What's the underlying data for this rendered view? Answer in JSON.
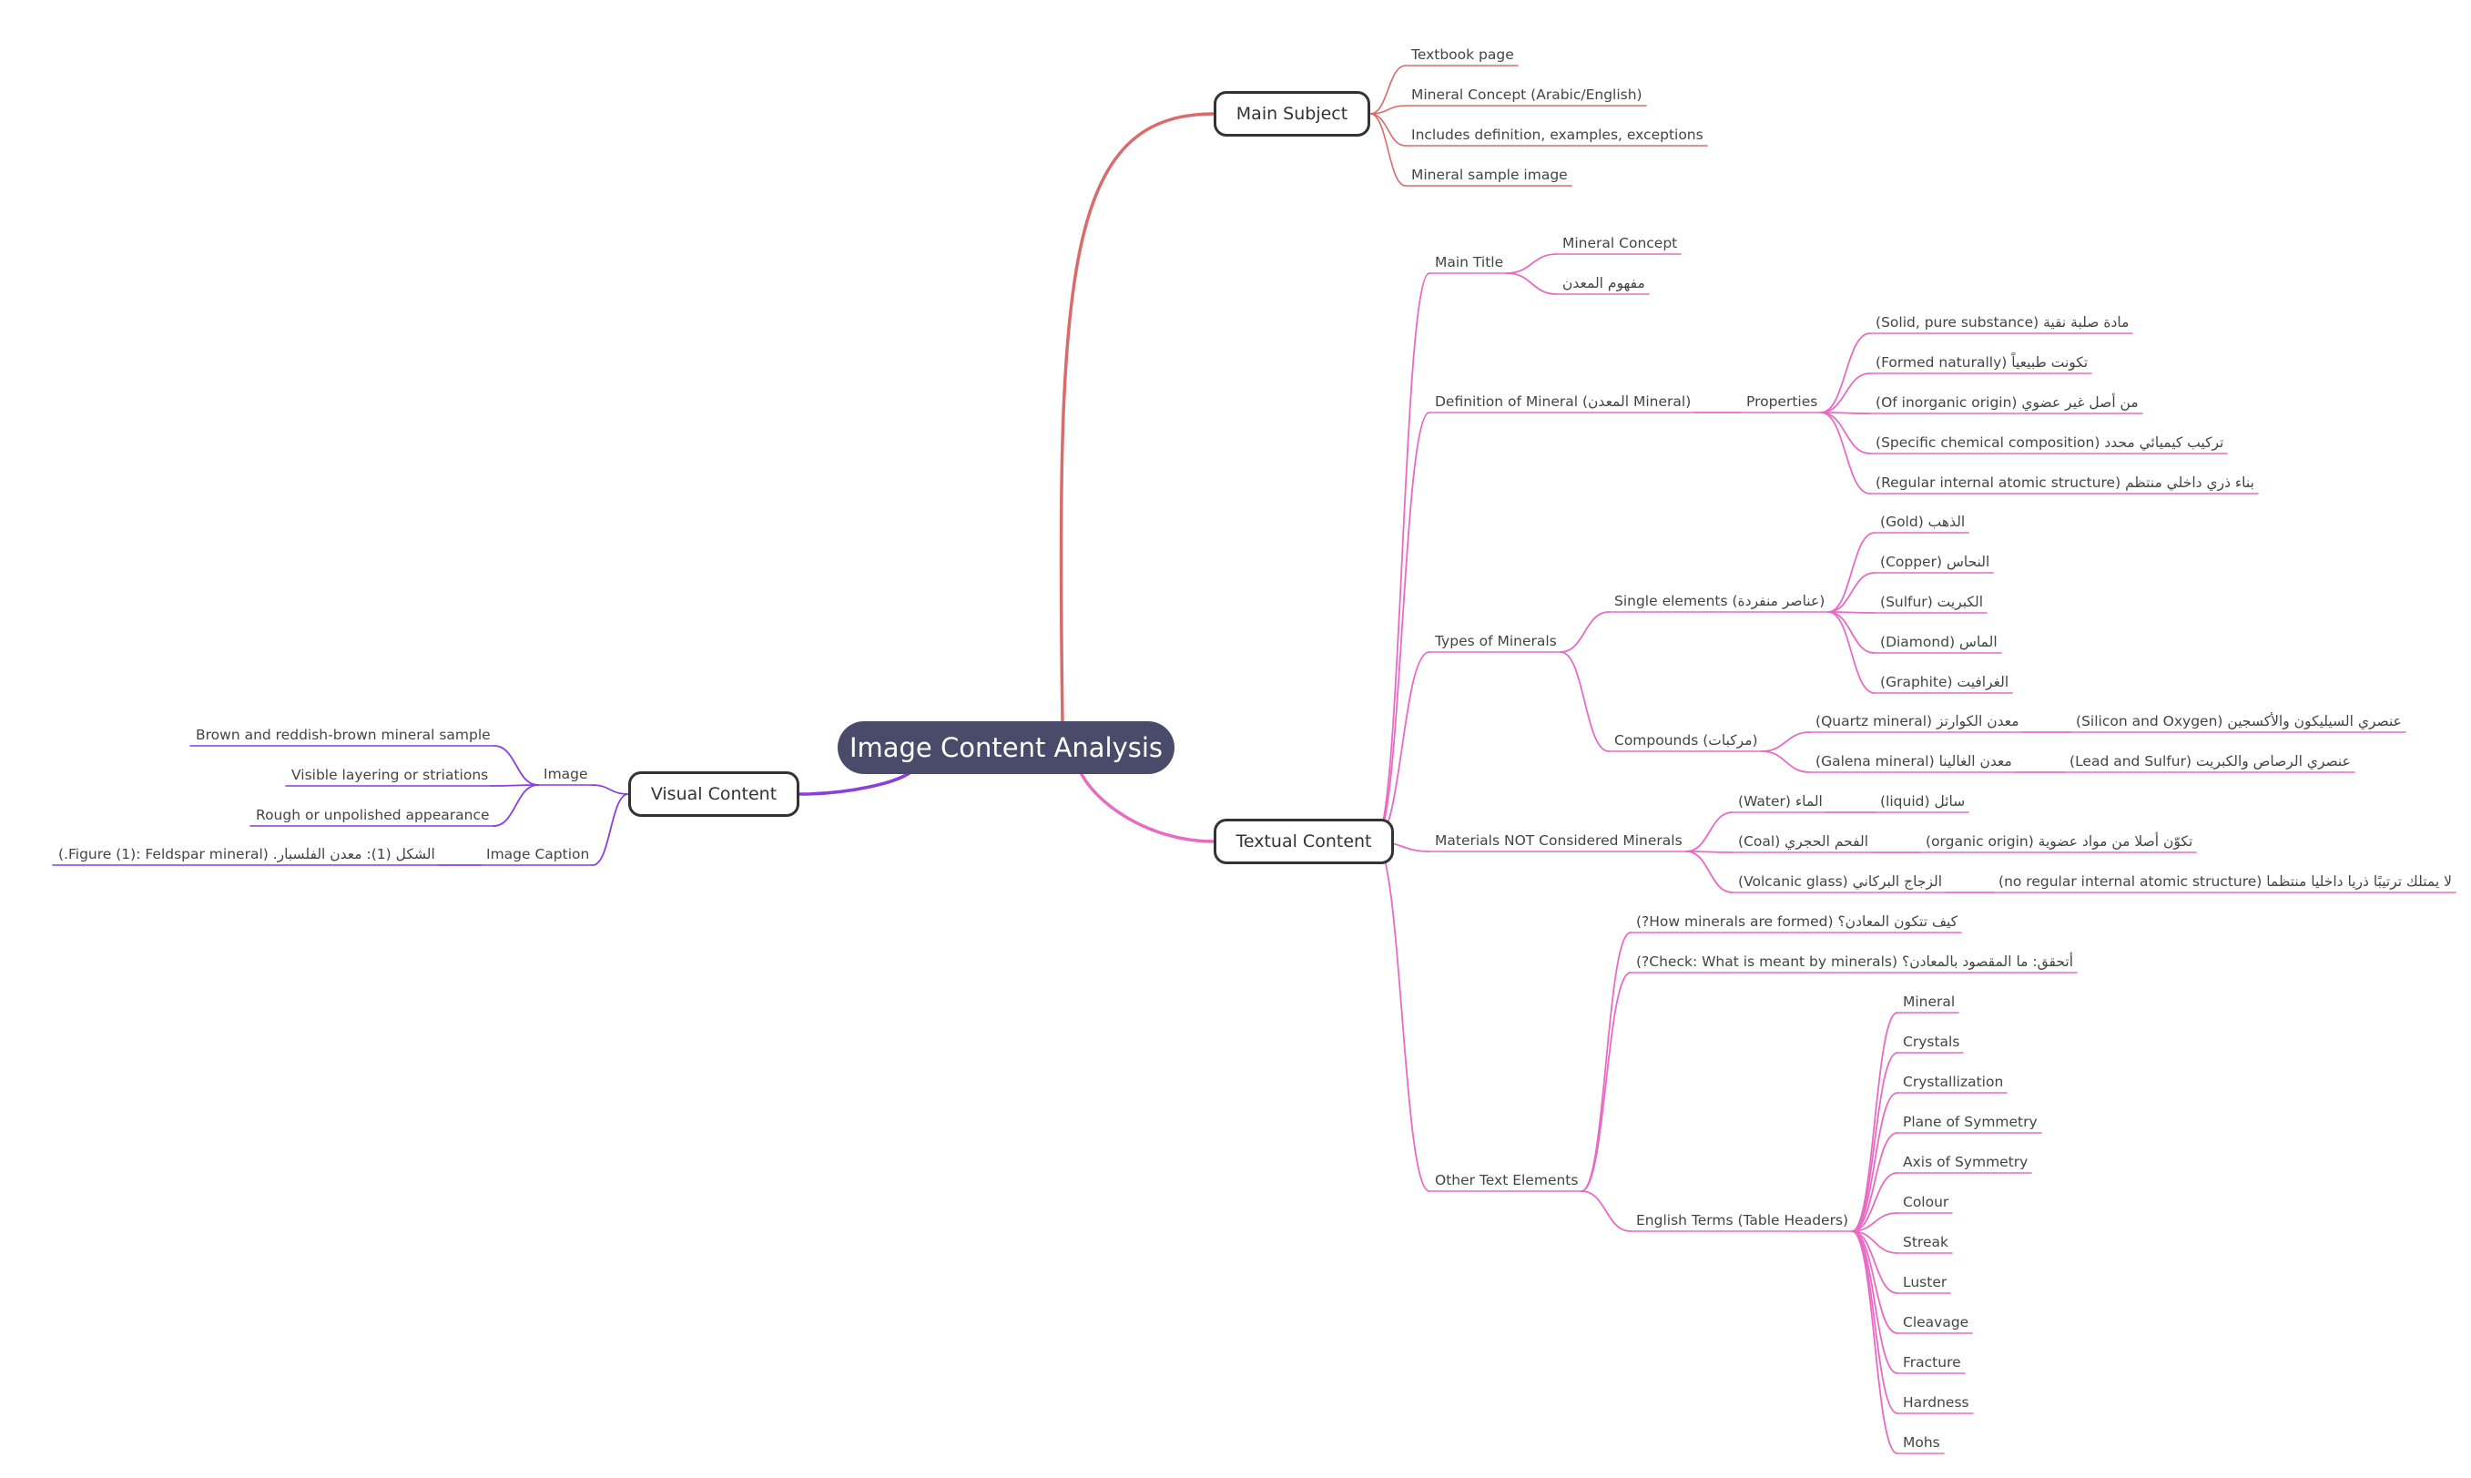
{
  "colors": {
    "main": "#d96b6b",
    "textual": "#e86bc3",
    "visual": "#8a3fdc",
    "root_bg": "#4a4a6a"
  },
  "root": "Image Content Analysis",
  "main_subject": {
    "title": "Main Subject",
    "items": [
      "Textbook page",
      "Mineral Concept (Arabic/English)",
      "Includes definition, examples, exceptions",
      "Mineral sample image"
    ]
  },
  "textual": {
    "title": "Textual Content",
    "main_title": {
      "label": "Main Title",
      "items": [
        "Mineral Concept",
        "مفهوم المعدن"
      ]
    },
    "definition": {
      "label": "Definition of Mineral (المعدن Mineral)",
      "properties_label": "Properties",
      "properties": [
        "مادة صلبة نقية (Solid, pure substance)",
        "تكونت طبيعياً (Formed naturally)",
        "من أصل غير عضوي (Of inorganic origin)",
        "تركيب كيميائي محدد (Specific chemical composition)",
        "بناء ذري داخلي منتظم (Regular internal atomic structure)"
      ]
    },
    "types": {
      "label": "Types of Minerals",
      "single_label": "Single elements (عناصر منفردة)",
      "single": [
        "الذهب (Gold)",
        "النحاس (Copper)",
        "الكبريت (Sulfur)",
        "الماس (Diamond)",
        "الغرافيت (Graphite)"
      ],
      "compounds_label": "Compounds (مركبات)",
      "compounds": [
        {
          "name": "معدن الكوارتز (Quartz mineral)",
          "detail": "عنصري السيليكون والأكسجين (Silicon and Oxygen)"
        },
        {
          "name": "معدن الغالينا (Galena mineral)",
          "detail": "عنصري الرصاص والكبريت (Lead and Sulfur)"
        }
      ]
    },
    "not_minerals": {
      "label": "Materials NOT Considered Minerals",
      "items": [
        {
          "name": "الماء (Water)",
          "reason": "سائل (liquid)"
        },
        {
          "name": "الفحم الحجري (Coal)",
          "reason": "تكوّن أصلا من مواد عضوية (organic origin)"
        },
        {
          "name": "الزجاج البركاني (Volcanic glass)",
          "reason": "لا يمتلك ترتيبًا ذريا داخليا منتظما (no regular internal atomic structure)"
        }
      ]
    },
    "other": {
      "label": "Other Text Elements",
      "questions": [
        "كيف تتكون المعادن؟ (How minerals are formed?)",
        "أتحقق: ما المقصود بالمعادن؟ (Check: What is meant by minerals?)"
      ],
      "terms_label": "English Terms (Table Headers)",
      "terms": [
        "Mineral",
        "Crystals",
        "Crystallization",
        "Plane of Symmetry",
        "Axis of Symmetry",
        "Colour",
        "Streak",
        "Luster",
        "Cleavage",
        "Fracture",
        "Hardness",
        "Mohs"
      ]
    }
  },
  "visual": {
    "title": "Visual Content",
    "image_label": "Image",
    "image_items": [
      "Brown and reddish-brown mineral sample",
      "Visible layering or striations",
      "Rough or unpolished appearance"
    ],
    "caption_label": "Image Caption",
    "caption": "الشكل (1): معدن الفلسبار. (Figure (1): Feldspar mineral.)"
  }
}
